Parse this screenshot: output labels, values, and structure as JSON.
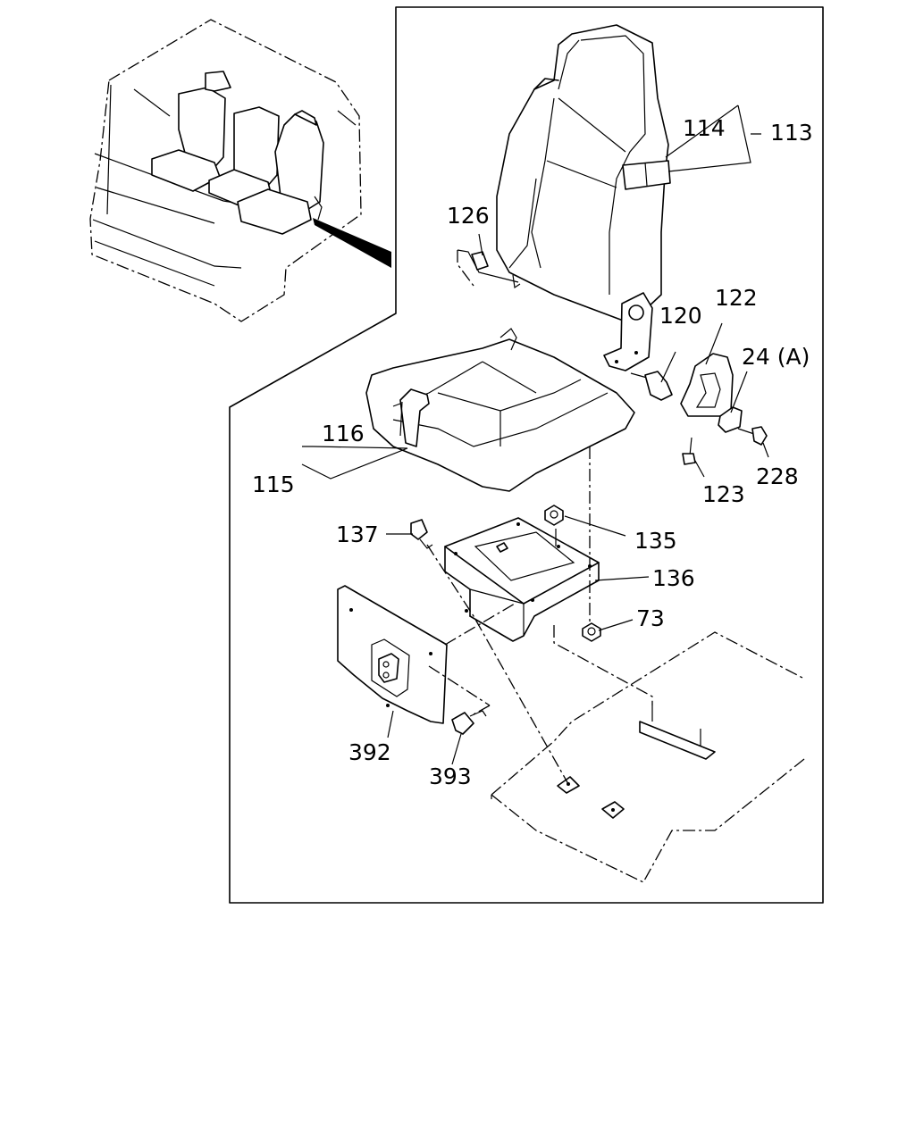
{
  "labels": {
    "p113": "113",
    "p114": "114",
    "p126": "126",
    "p122": "122",
    "p120": "120",
    "p24a": "24 (A)",
    "p116": "116",
    "p115": "115",
    "p228": "228",
    "p123": "123",
    "p137": "137",
    "p135": "135",
    "p136": "136",
    "p73": "73",
    "p392": "392",
    "p393": "393"
  }
}
